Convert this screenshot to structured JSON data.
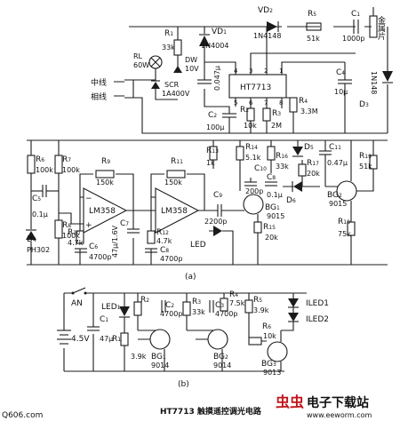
{
  "top": {
    "label_l1": "中线",
    "label_l2": "相线",
    "metal_label": "金属片",
    "r1": {
      "name": "R",
      "sub": "1",
      "value": "33k"
    },
    "vd1": {
      "name": "VD",
      "sub": "1",
      "value": "1N4004"
    },
    "vd2": {
      "name": "VD",
      "sub": "2",
      "value": "1N4148"
    },
    "r5": {
      "name": "R",
      "sub": "5",
      "value": "51k"
    },
    "c1": {
      "name": "C",
      "sub": "1",
      "value": "1000p"
    },
    "lamp": {
      "name": "RL",
      "value": "60W"
    },
    "dw": {
      "name": "DW",
      "value": "10V"
    },
    "scr": {
      "name": "SCR",
      "value": "1A400V"
    },
    "c3": {
      "name": "0.047μ"
    },
    "ic": {
      "name": "HT7713",
      "pins_top": [
        "4",
        "3",
        "2",
        "1"
      ],
      "pins_bot": [
        "5",
        "6",
        "7",
        "8"
      ]
    },
    "c4": {
      "name": "C",
      "sub": "4",
      "value": "10μ"
    },
    "d3": {
      "name": "D",
      "sub": "3",
      "value": "1N148"
    },
    "c2": {
      "name": "C",
      "sub": "2",
      "value": "100μ"
    },
    "r2": {
      "name": "R",
      "sub": "2",
      "value": "10k"
    },
    "r3": {
      "name": "R",
      "sub": "3",
      "value": "2M"
    },
    "r4": {
      "name": "R",
      "sub": "4",
      "value": "3.3M"
    }
  },
  "mid": {
    "r6": {
      "name": "R",
      "sub": "6",
      "value": "100k"
    },
    "r7": {
      "name": "R",
      "sub": "7",
      "value": "100k"
    },
    "r8": {
      "name": "R",
      "sub": "8",
      "value": "100k"
    },
    "r9": {
      "name": "R",
      "sub": "9",
      "value": "150k"
    },
    "r11": {
      "name": "R",
      "sub": "11",
      "value": "150k"
    },
    "r13": {
      "name": "R",
      "sub": "13",
      "value": "1k"
    },
    "r14": {
      "name": "R",
      "sub": "14",
      "value": "5.1k"
    },
    "r16": {
      "name": "R",
      "sub": "16",
      "value": "33k"
    },
    "d5": {
      "name": "D",
      "sub": "5"
    },
    "c11": {
      "name": "C",
      "sub": "11",
      "value": "0.47μ"
    },
    "r19": {
      "name": "R",
      "sub": "19",
      "value": "51k"
    },
    "c5": {
      "name": "C",
      "sub": "5",
      "value": "0.1μ"
    },
    "op1": {
      "name": "LM358"
    },
    "op2": {
      "name": "LM358"
    },
    "c9": {
      "name": "C",
      "sub": "9",
      "value": "2200p"
    },
    "c10": {
      "name": "C",
      "sub": "10",
      "value": "200p"
    },
    "c8": {
      "name": "C",
      "sub": "8",
      "value": "0.1μ"
    },
    "r17": {
      "name": "R",
      "sub": "17",
      "value": "20k"
    },
    "d6": {
      "name": "D",
      "sub": "6"
    },
    "bg2": {
      "name": "BG",
      "sub": "2",
      "value": "9015"
    },
    "bg1": {
      "name": "BG",
      "sub": "1",
      "value": "9015"
    },
    "r15": {
      "name": "R",
      "sub": "15",
      "value": "20k"
    },
    "r18": {
      "name": "R",
      "sub": "18",
      "value": "75k"
    },
    "d4": {
      "name": "D",
      "sub": "4",
      "value": "PH302"
    },
    "r10": {
      "name": "R",
      "sub": "10",
      "value": "4.7k"
    },
    "c6": {
      "name": "C",
      "sub": "6",
      "value": "4700p"
    },
    "c7": {
      "name": "C",
      "sub": "7",
      "value": "47μ/1.6V"
    },
    "r12": {
      "name": "R",
      "sub": "12",
      "value": "4.7k"
    },
    "c8b": {
      "name": "C",
      "sub": "8",
      "value": "4700p"
    },
    "led": {
      "name": "LED"
    },
    "label_a": "(a)"
  },
  "bottom": {
    "an": "AN",
    "bat": "4.5V",
    "c1": {
      "name": "C",
      "sub": "1",
      "value": "47μ"
    },
    "led1": {
      "name": "LED",
      "sub": "1"
    },
    "r1": {
      "name": "R",
      "sub": "1"
    },
    "r2": {
      "name": "R",
      "sub": "2",
      "value": "3.9k"
    },
    "c2": {
      "name": "C",
      "sub": "2",
      "value": "4700p"
    },
    "r3": {
      "name": "R",
      "sub": "3",
      "value": "33k"
    },
    "c3": {
      "name": "C",
      "sub": "3",
      "value": "4700p"
    },
    "r4": {
      "name": "R",
      "sub": "4",
      "value": "7.5k"
    },
    "r5": {
      "name": "R",
      "sub": "5",
      "value": "3.9k"
    },
    "bg1": {
      "name": "BG",
      "sub": "1",
      "value": "9014"
    },
    "bg2": {
      "name": "BG",
      "sub": "2",
      "value": "9014"
    },
    "r6": {
      "name": "R",
      "sub": "6",
      "value": "10k"
    },
    "bg3": {
      "name": "BG",
      "sub": "3",
      "value": "9013"
    },
    "iled1": "ILED1",
    "iled2": "ILED2",
    "label_b": "(b)"
  },
  "caption": "HT7713 触摸遥控调光电路",
  "watermark_left": "Q606.com",
  "watermark_brand": "电子下载站",
  "watermark_url": "www.eeworm.com"
}
